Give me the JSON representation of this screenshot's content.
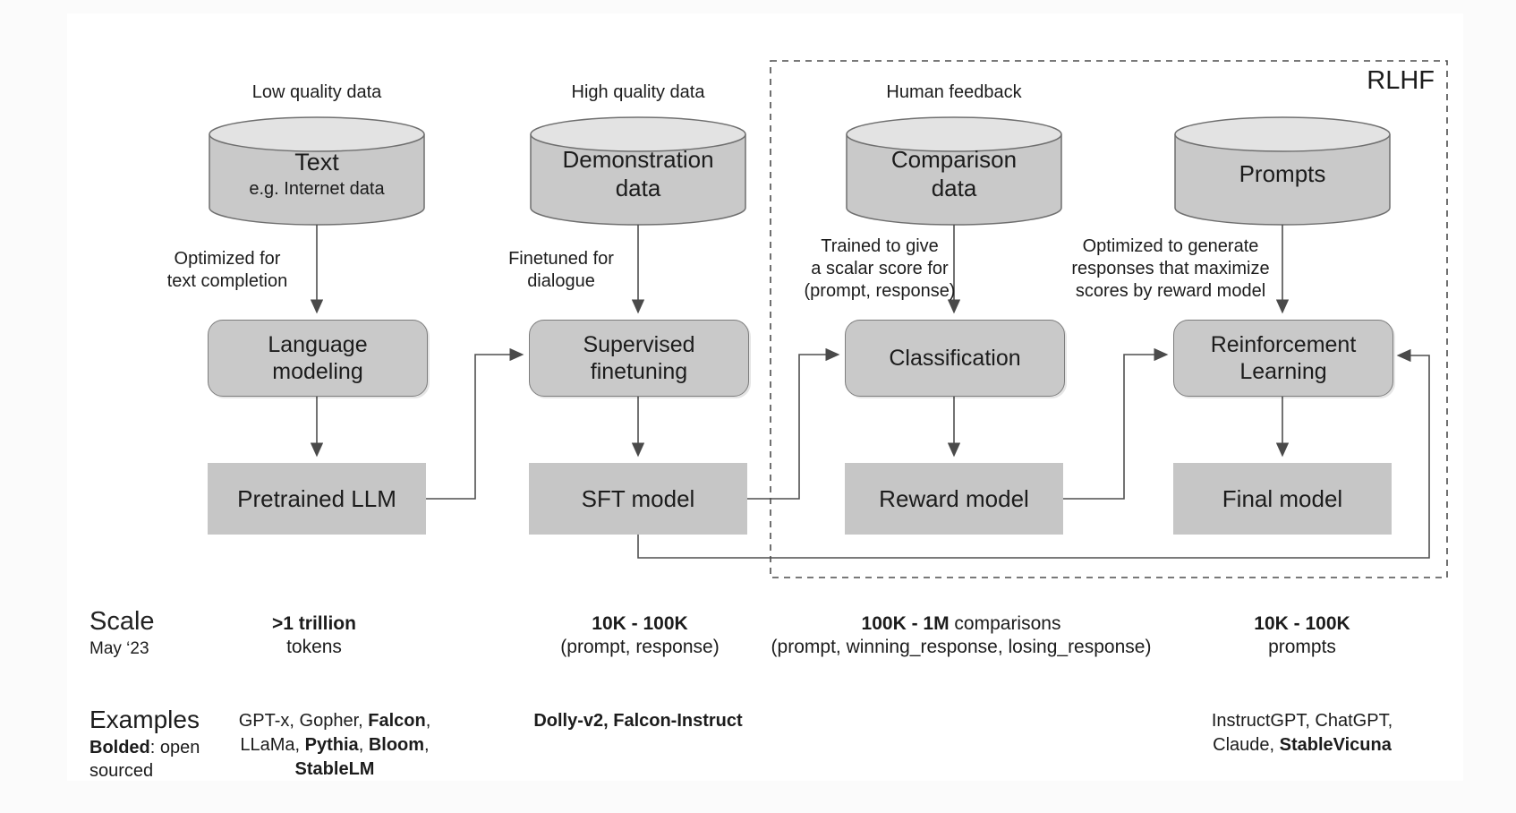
{
  "colors": {
    "cylinder_body": "#c9c9c9",
    "cylinder_top": "#e3e3e3",
    "process_fill": "#c9c9c9",
    "output_fill": "#c6c6c6",
    "stroke": "#6f6f6f",
    "arrow": "#4a4a4a",
    "background": "#ffffff"
  },
  "rlhf_box_label": "RLHF",
  "columns": [
    {
      "top_label": "Low quality data",
      "cylinder_title": "Text",
      "cylinder_subtitle": "e.g. Internet data",
      "arrow_note": "Optimized for\ntext completion",
      "process_label": "Language\nmodeling",
      "output_label": "Pretrained LLM",
      "scale_line1": [
        {
          "t": ">1 trillion",
          "b": true
        }
      ],
      "scale_line2": "tokens",
      "examples_lines": [
        [
          {
            "t": "GPT-x, Gopher, ",
            "b": false
          },
          {
            "t": "Falcon",
            "b": true
          },
          {
            "t": ",",
            "b": false
          }
        ],
        [
          {
            "t": "LLaMa, ",
            "b": false
          },
          {
            "t": "Pythia",
            "b": true
          },
          {
            "t": ", ",
            "b": false
          },
          {
            "t": "Bloom",
            "b": true
          },
          {
            "t": ",",
            "b": false
          }
        ],
        [
          {
            "t": "StableLM",
            "b": true
          }
        ]
      ]
    },
    {
      "top_label": "High quality data",
      "cylinder_title": "Demonstration\ndata",
      "cylinder_subtitle": "",
      "arrow_note": "Finetuned for\ndialogue",
      "process_label": "Supervised\nfinetuning",
      "output_label": "SFT model",
      "scale_line1": [
        {
          "t": "10K - 100K",
          "b": true
        }
      ],
      "scale_line2": "(prompt, response)",
      "examples_lines": [
        [
          {
            "t": "Dolly-v2, Falcon-Instruct",
            "b": true
          }
        ]
      ]
    },
    {
      "top_label": "Human feedback",
      "cylinder_title": "Comparison\ndata",
      "cylinder_subtitle": "",
      "arrow_note": "Trained to give\na scalar score for\n(prompt, response)",
      "process_label": "Classification",
      "output_label": "Reward model",
      "scale_line1": [
        {
          "t": "100K - 1M",
          "b": true
        },
        {
          "t": " comparisons",
          "b": false
        }
      ],
      "scale_line2": "(prompt, winning_response, losing_response)",
      "examples_lines": []
    },
    {
      "top_label": "",
      "cylinder_title": "Prompts",
      "cylinder_subtitle": "",
      "arrow_note": "Optimized to generate\nresponses that maximize\nscores by reward model",
      "process_label": "Reinforcement\nLearning",
      "output_label": "Final model",
      "scale_line1": [
        {
          "t": "10K - 100K",
          "b": true
        }
      ],
      "scale_line2": "prompts",
      "examples_lines": [
        [
          {
            "t": "InstructGPT, ChatGPT,",
            "b": false
          }
        ],
        [
          {
            "t": "Claude, ",
            "b": false
          },
          {
            "t": "StableVicuna",
            "b": true
          }
        ]
      ]
    }
  ],
  "footer": {
    "scale_title": "Scale",
    "scale_date": "May ‘23",
    "examples_title": "Examples",
    "examples_note1": [
      {
        "t": "Bolded",
        "b": true
      },
      {
        "t": ": open",
        "b": false
      }
    ],
    "examples_note2": "sourced"
  }
}
